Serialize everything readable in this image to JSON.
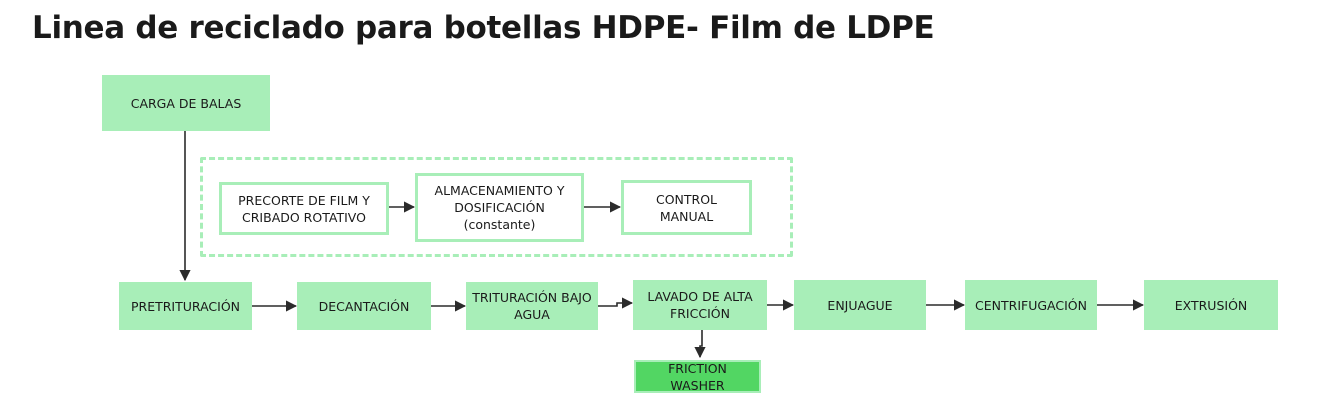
{
  "title": "Linea de reciclado para botellas HDPE- Film de LDPE",
  "colors": {
    "node_fill": "#a8eeb8",
    "highlight_fill": "#52d663",
    "arrow": "#2b2b2b"
  },
  "nodes": {
    "carga": "CARGA DE BALAS",
    "precorte": "PRECORTE DE FILM Y\nCRIBADO ROTATIVO",
    "almacenamiento": "ALMACENAMIENTO  Y\nDOSIFICACIÓN\n(constante)",
    "control": "CONTROL MANUAL",
    "pretrituracion": "PRETRITURACIÓN",
    "decantacion": "DECANTACIÓN",
    "trituracion": "TRITURACIÓN BAJO\nAGUA",
    "lavado": "LAVADO DE ALTA\nFRICCIÓN",
    "enjuague": "ENJUAGUE",
    "centrifugacion": "CENTRIFUGACIÓN",
    "extrusion": "EXTRUSIÓN",
    "friction": "FRICTION WASHER"
  }
}
